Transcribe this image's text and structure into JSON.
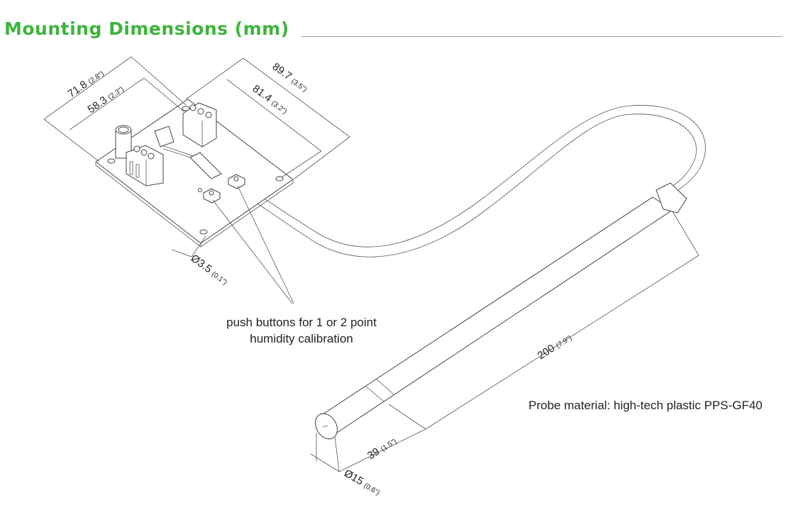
{
  "title": "Mounting Dimensions (mm)",
  "dimensions": {
    "board_width_outer": {
      "value": "71.8",
      "inch": "(2.8\")"
    },
    "board_width_inner": {
      "value": "58.3",
      "inch": "(2.3\")"
    },
    "board_length_outer": {
      "value": "89.7",
      "inch": "(3.5\")"
    },
    "board_length_inner": {
      "value": "81.4",
      "inch": "(3.2\")"
    },
    "hole_diameter": {
      "value": "Ø3.5",
      "inch": "(0.1\")"
    },
    "probe_length": {
      "value": "200",
      "inch": "(7.9\")"
    },
    "probe_tip_length": {
      "value": "39",
      "inch": "(1.5\")"
    },
    "probe_diameter": {
      "value": "Ø15",
      "inch": "(0.6\")"
    }
  },
  "annotations": {
    "push_buttons_line1": "push buttons for 1 or 2 point",
    "push_buttons_line2": "humidity calibration",
    "probe_material": "Probe material: high-tech plastic PPS-GF40"
  }
}
